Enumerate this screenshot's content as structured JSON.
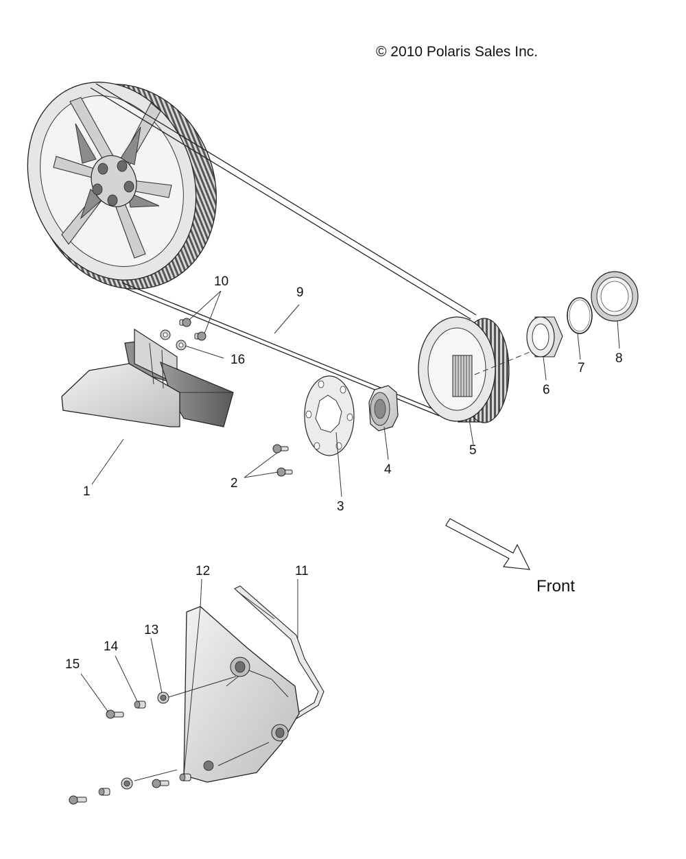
{
  "copyright": "© 2010 Polaris Sales Inc.",
  "direction_label": "Front",
  "callouts": {
    "c1": "1",
    "c2": "2",
    "c3": "3",
    "c4": "4",
    "c5": "5",
    "c6": "6",
    "c7": "7",
    "c8": "8",
    "c9": "9",
    "c10": "10",
    "c11": "11",
    "c12": "12",
    "c13": "13",
    "c14": "14",
    "c15": "15",
    "c16": "16"
  }
}
